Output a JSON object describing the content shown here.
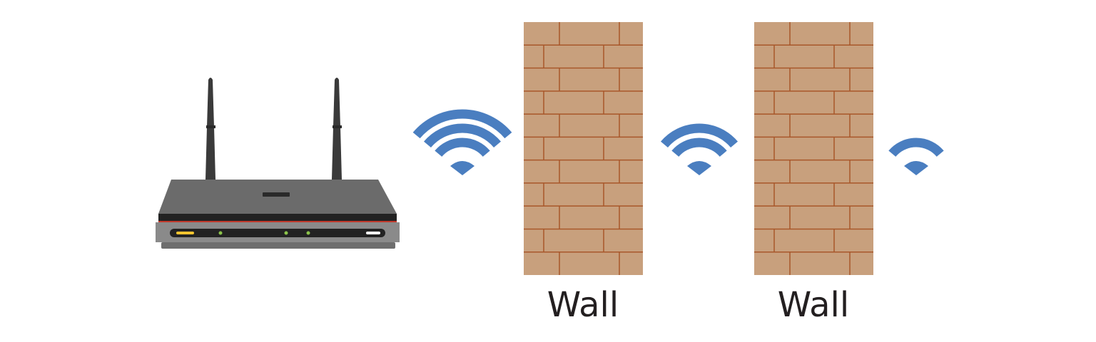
{
  "walls": [
    {
      "label": "Wall"
    },
    {
      "label": "Wall"
    }
  ],
  "wifi_signals": [
    {
      "name": "wifi-signal-strong",
      "arcs": 3
    },
    {
      "name": "wifi-signal-medium",
      "arcs": 2
    },
    {
      "name": "wifi-signal-weak",
      "arcs": 1
    }
  ],
  "colors": {
    "wifi": "#4a7ec0",
    "brick_fill": "#c8a07d",
    "mortar": "#a8572a",
    "router_body": "#6b6b6b",
    "router_dark": "#222222",
    "router_accent": "#c0392b",
    "led_yellow": "#f4c430",
    "led_green": "#8bc34a",
    "label_text": "#231f20"
  }
}
